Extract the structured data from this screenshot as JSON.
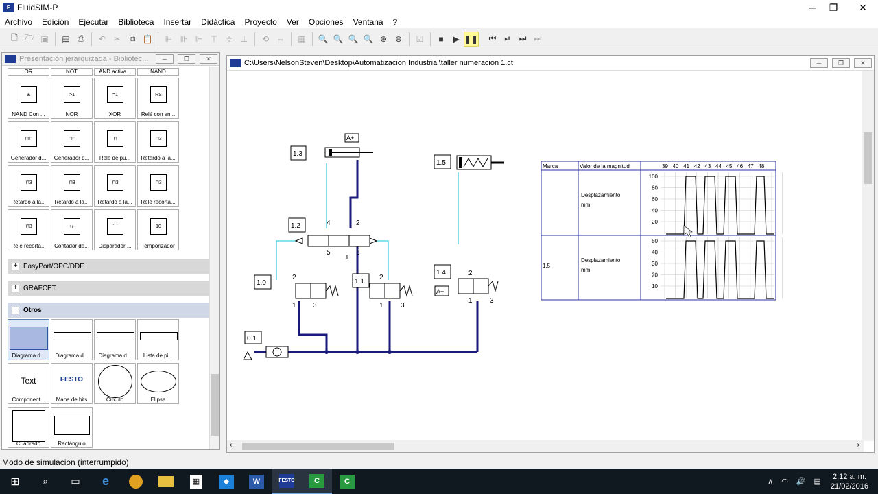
{
  "app": {
    "title": "FluidSIM-P",
    "icon_text": "FESTO"
  },
  "menu": [
    "Archivo",
    "Edición",
    "Ejecutar",
    "Biblioteca",
    "Insertar",
    "Didáctica",
    "Proyecto",
    "Ver",
    "Opciones",
    "Ventana",
    "?"
  ],
  "library": {
    "title": "Presentación jerarquizada - Bibliotec...",
    "top_labels": [
      "OR",
      "NOT",
      "AND activa...",
      "NAND"
    ],
    "rows": [
      [
        {
          "label": "NAND Con ...",
          "sym": "&"
        },
        {
          "label": "NOR",
          "sym": ">1"
        },
        {
          "label": "XOR",
          "sym": "=1"
        },
        {
          "label": "Relé con en...",
          "sym": "RS"
        }
      ],
      [
        {
          "label": "Generador d...",
          "sym": "⊓⊓"
        },
        {
          "label": "Generador d...",
          "sym": "⊓⊓"
        },
        {
          "label": "Relé de pu...",
          "sym": "⊓"
        },
        {
          "label": "Retardo a la...",
          "sym": "⊓3"
        }
      ],
      [
        {
          "label": "Retardo a la...",
          "sym": "⊓3"
        },
        {
          "label": "Retardo a la...",
          "sym": "⊓3"
        },
        {
          "label": "Retardo a la...",
          "sym": "⊓3"
        },
        {
          "label": "Relé recorta...",
          "sym": "⊓3"
        }
      ],
      [
        {
          "label": "Relé recorta...",
          "sym": "⊓3"
        },
        {
          "label": "Contador de...",
          "sym": "+/-"
        },
        {
          "label": "Disparador ...",
          "sym": "⌒"
        },
        {
          "label": "Temporizador",
          "sym": "10"
        }
      ]
    ],
    "groups": [
      "EasyPort/OPC/DDE",
      "GRAFCET",
      "Otros"
    ],
    "otros": [
      [
        {
          "label": "Diagrama d..."
        },
        {
          "label": "Diagrama d..."
        },
        {
          "label": "Diagrama d..."
        },
        {
          "label": "Lista de pi..."
        }
      ],
      [
        {
          "label": "Component...",
          "text": "Text"
        },
        {
          "label": "Mapa de bits",
          "text": "FESTO"
        },
        {
          "label": "Círculo"
        },
        {
          "label": "Elipse"
        }
      ],
      [
        {
          "label": "Cuadrado"
        },
        {
          "label": "Rectángulo"
        }
      ]
    ]
  },
  "circuit": {
    "title": "C:\\Users\\NelsonSteven\\Desktop\\Automatizacion Industrial\\taller numeracion 1.ct",
    "labels": {
      "c13": "1.3",
      "c15": "1.5",
      "c12": "1.2",
      "c10": "1.0",
      "c11": "1.1",
      "c14": "1.4",
      "c01": "0.1",
      "aplus1": "A+",
      "aplus2": "A+",
      "p4": "4",
      "p2a": "2",
      "p5": "5",
      "p1a": "1",
      "p3a": "3",
      "p2b": "2",
      "p1b": "1",
      "p3b": "3",
      "p2c": "2",
      "p1c": "1",
      "p3c": "3",
      "p2d": "2",
      "p1d": "1",
      "p3d": "3"
    }
  },
  "diagram": {
    "headers": {
      "marca": "Marca",
      "valor": "Valor de la magnitud"
    },
    "time_ticks": [
      "39",
      "40",
      "41",
      "42",
      "43",
      "44",
      "45",
      "46",
      "47",
      "48"
    ],
    "rows": [
      {
        "marca": "",
        "label1": "Desplazamiento",
        "label2": "mm",
        "yticks": [
          "100",
          "80",
          "60",
          "40",
          "20"
        ]
      },
      {
        "marca": "1.5",
        "label1": "Desplazamiento",
        "label2": "mm",
        "yticks": [
          "50",
          "40",
          "30",
          "20",
          "10"
        ]
      }
    ]
  },
  "status": "Modo de simulación (interrumpido)",
  "clock": {
    "time": "2:12 a. m.",
    "date": "21/02/2016"
  }
}
